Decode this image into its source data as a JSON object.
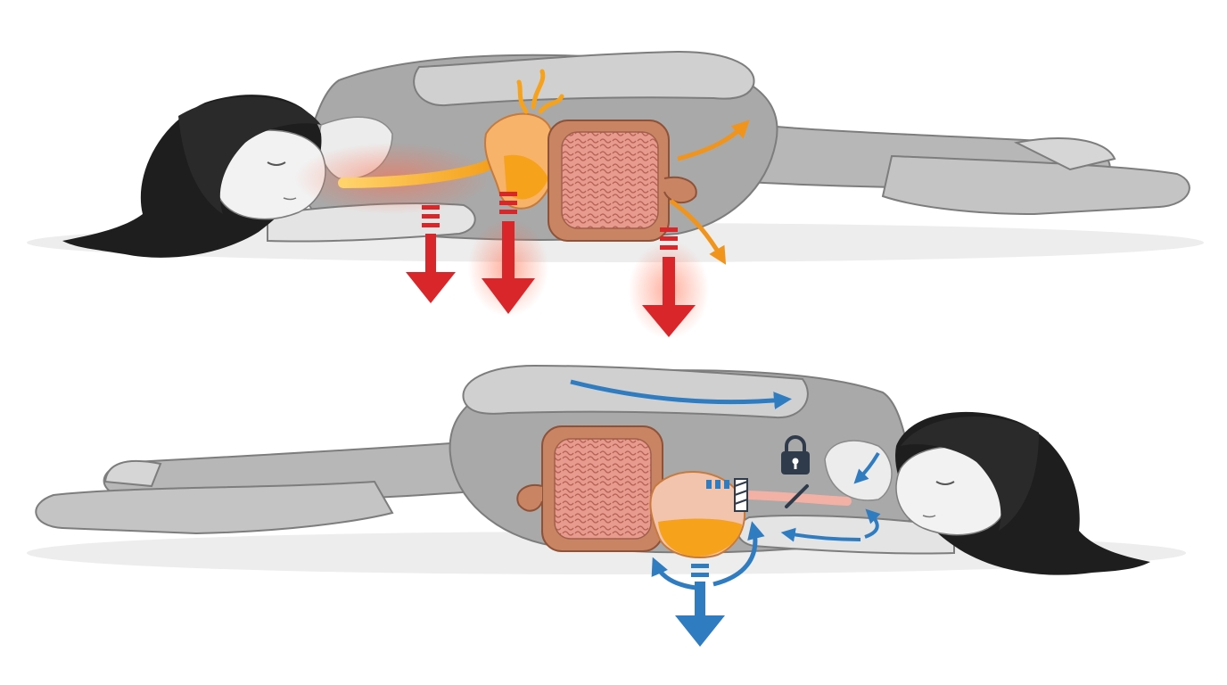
{
  "illustration": {
    "panels": [
      {
        "id": "right-side-sleeping",
        "facing": "left",
        "arrows_down": 3,
        "arrow_color": "#d9262b",
        "reflux_color": "#f5a623"
      },
      {
        "id": "left-side-sleeping",
        "facing": "right",
        "arrows_down": 1,
        "arrow_color": "#2f7cc1",
        "lock_color": "#2f3b4a"
      }
    ],
    "colors": {
      "hair": "#1e1e1e",
      "skin": "#f2f2f2",
      "clothing": "#a9a9a9",
      "clothing_light": "#c8c8c8",
      "floor": "#e9e9e9",
      "intestine": "#e79b8e",
      "intestine_edge": "#b86a50",
      "acid": "#f7a21b",
      "alert_red": "#d9262b",
      "calm_blue": "#2f7cc1"
    },
    "icons": [
      "lock-icon",
      "down-arrow-icon",
      "curved-arrow-icon"
    ]
  }
}
